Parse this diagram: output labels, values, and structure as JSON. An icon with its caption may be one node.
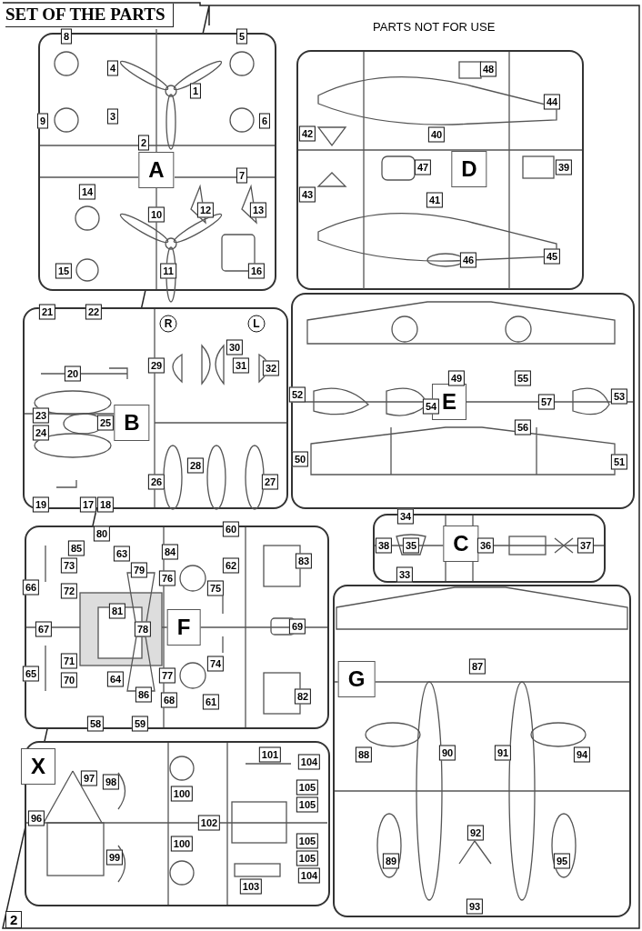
{
  "diagram": {
    "title": "SET OF THE PARTS",
    "nodes": [
      {
        "text": [
          "A"
        ]
      },
      {
        "text": [
          "8"
        ],
        "in": 0
      },
      {
        "text": [
          "1"
        ],
        "in": 0
      },
      {
        "text": [
          "4"
        ],
        "in": 0
      },
      {
        "text": [
          "3"
        ],
        "in": 0
      },
      {
        "text": [
          "2"
        ],
        "in": 0
      },
      {
        "text": [
          "5"
        ],
        "in": 0
      },
      {
        "text": [
          "6"
        ],
        "in": 0
      },
      {
        "text": [
          "9"
        ],
        "in": 0
      },
      {
        "text": [
          "7"
        ],
        "in": 0
      },
      {
        "text": [
          "14"
        ],
        "in": 0
      },
      {
        "text": [
          "10"
        ],
        "in": 0
      },
      {
        "text": [
          "12"
        ],
        "in": 0
      },
      {
        "text": [
          "13"
        ],
        "in": 0
      },
      {
        "text": [
          "15"
        ],
        "in": 0
      },
      {
        "text": [
          "11"
        ],
        "in": 0
      },
      {
        "text": [
          "16"
        ],
        "in": 0
      },
      {
        "text": [
          "D"
        ]
      },
      {
        "text": [
          "48"
        ],
        "in": 17
      },
      {
        "text": [
          "44"
        ],
        "in": 17
      },
      {
        "text": [
          "40"
        ],
        "in": 17
      },
      {
        "text": [
          "42"
        ],
        "in": 17
      },
      {
        "text": [
          "47"
        ],
        "in": 17
      },
      {
        "text": [
          "39"
        ],
        "in": 17
      },
      {
        "text": [
          "43"
        ],
        "in": 17
      },
      {
        "text": [
          "41"
        ],
        "in": 17
      },
      {
        "text": [
          "46"
        ],
        "in": 17
      },
      {
        "text": [
          "45"
        ],
        "in": 17
      },
      {
        "text": [
          "B"
        ]
      },
      {
        "text": [
          "R"
        ],
        "in": 28
      },
      {
        "text": [
          "L"
        ],
        "in": 28
      },
      {
        "text": [
          "21"
        ],
        "in": 28
      },
      {
        "text": [
          "22"
        ],
        "in": 28
      },
      {
        "text": [
          "30"
        ],
        "in": 28
      },
      {
        "text": [
          "31"
        ],
        "in": 28
      },
      {
        "text": [
          "29"
        ],
        "in": 28
      },
      {
        "text": [
          "32"
        ],
        "in": 28
      },
      {
        "text": [
          "20"
        ],
        "in": 28
      },
      {
        "text": [
          "23"
        ],
        "in": 28
      },
      {
        "text": [
          "25"
        ],
        "in": 28
      },
      {
        "text": [
          "24"
        ],
        "in": 28
      },
      {
        "text": [
          "28"
        ],
        "in": 28
      },
      {
        "text": [
          "26"
        ],
        "in": 28
      },
      {
        "text": [
          "27"
        ],
        "in": 28
      },
      {
        "text": [
          "19"
        ],
        "in": 28
      },
      {
        "text": [
          "17"
        ],
        "in": 28
      },
      {
        "text": [
          "18"
        ],
        "in": 28
      },
      {
        "text": [
          "E"
        ]
      },
      {
        "text": [
          "49"
        ],
        "in": 47
      },
      {
        "text": [
          "55"
        ],
        "in": 47
      },
      {
        "text": [
          "52"
        ],
        "in": 47
      },
      {
        "text": [
          "54"
        ],
        "in": 47
      },
      {
        "text": [
          "57"
        ],
        "in": 47
      },
      {
        "text": [
          "53"
        ],
        "in": 47
      },
      {
        "text": [
          "56"
        ],
        "in": 47
      },
      {
        "text": [
          "50"
        ],
        "in": 47
      },
      {
        "text": [
          "51"
        ],
        "in": 47
      },
      {
        "text": [
          "C"
        ]
      },
      {
        "text": [
          "34"
        ],
        "in": 57
      },
      {
        "text": [
          "38"
        ],
        "in": 57
      },
      {
        "text": [
          "35"
        ],
        "in": 57
      },
      {
        "text": [
          "36"
        ],
        "in": 57
      },
      {
        "text": [
          "37"
        ],
        "in": 57
      },
      {
        "text": [
          "33"
        ],
        "in": 57
      },
      {
        "text": [
          "F"
        ]
      },
      {
        "text": [
          "60"
        ],
        "in": 64
      },
      {
        "text": [
          "80"
        ],
        "in": 64
      },
      {
        "text": [
          "85"
        ],
        "in": 64
      },
      {
        "text": [
          "63"
        ],
        "in": 64
      },
      {
        "text": [
          "84"
        ],
        "in": 64
      },
      {
        "text": [
          "73"
        ],
        "in": 64
      },
      {
        "text": [
          "62"
        ],
        "in": 64
      },
      {
        "text": [
          "83"
        ],
        "in": 64
      },
      {
        "text": [
          "79"
        ],
        "in": 64
      },
      {
        "text": [
          "76"
        ],
        "in": 64
      },
      {
        "text": [
          "75"
        ],
        "in": 64
      },
      {
        "text": [
          "66"
        ],
        "in": 64
      },
      {
        "text": [
          "72"
        ],
        "in": 64
      },
      {
        "text": [
          "81"
        ],
        "in": 64
      },
      {
        "text": [
          "69"
        ],
        "in": 64
      },
      {
        "text": [
          "67"
        ],
        "in": 64
      },
      {
        "text": [
          "78"
        ],
        "in": 64
      },
      {
        "text": [
          "71"
        ],
        "in": 64
      },
      {
        "text": [
          "74"
        ],
        "in": 64
      },
      {
        "text": [
          "65"
        ],
        "in": 64
      },
      {
        "text": [
          "70"
        ],
        "in": 64
      },
      {
        "text": [
          "64"
        ],
        "in": 64
      },
      {
        "text": [
          "77"
        ],
        "in": 64
      },
      {
        "text": [
          "86"
        ],
        "in": 64
      },
      {
        "text": [
          "68"
        ],
        "in": 64
      },
      {
        "text": [
          "61"
        ],
        "in": 64
      },
      {
        "text": [
          "82"
        ],
        "in": 64
      },
      {
        "text": [
          "58"
        ],
        "in": 64
      },
      {
        "text": [
          "59"
        ],
        "in": 64
      },
      {
        "text": [
          "G"
        ]
      },
      {
        "text": [
          "87"
        ],
        "in": 94
      },
      {
        "text": [
          "88"
        ],
        "in": 94
      },
      {
        "text": [
          "90"
        ],
        "in": 94
      },
      {
        "text": [
          "91"
        ],
        "in": 94
      },
      {
        "text": [
          "94"
        ],
        "in": 94
      },
      {
        "text": [
          "92"
        ],
        "in": 94
      },
      {
        "text": [
          "89"
        ],
        "in": 94
      },
      {
        "text": [
          "95"
        ],
        "in": 94
      },
      {
        "text": [
          "93"
        ],
        "in": 94
      },
      {
        "text": [
          "X"
        ]
      },
      {
        "text": [
          "97"
        ],
        "in": 104
      },
      {
        "text": [
          "98"
        ],
        "in": 104
      },
      {
        "text": [
          "96"
        ],
        "in": 104
      },
      {
        "text": [
          "100"
        ],
        "in": 104
      },
      {
        "text": [
          "101"
        ],
        "in": 104
      },
      {
        "text": [
          "104"
        ],
        "in": 104
      },
      {
        "text": [
          "105"
        ],
        "in": 104
      },
      {
        "text": [
          "105"
        ],
        "in": 104
      },
      {
        "text": [
          "102"
        ],
        "in": 104
      },
      {
        "text": [
          "105"
        ],
        "in": 104
      },
      {
        "text": [
          "105"
        ],
        "in": 104
      },
      {
        "text": [
          "100"
        ],
        "in": 104
      },
      {
        "text": [
          "99"
        ],
        "in": 104
      },
      {
        "text": [
          "104"
        ],
        "in": 104
      },
      {
        "text": [
          "103"
        ],
        "in": 104
      }
    ],
    "labels": [
      "PARTS NOT FOR USE",
      "2"
    ]
  }
}
